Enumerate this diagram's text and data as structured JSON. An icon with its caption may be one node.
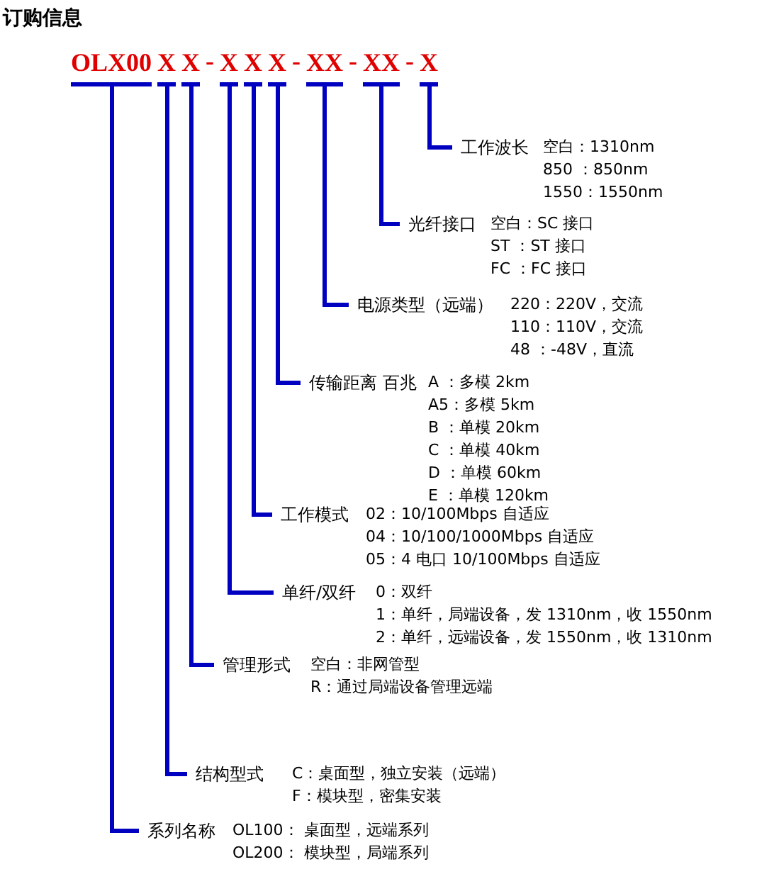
{
  "diagram": {
    "title": "订购信息",
    "nodes": [
      {
        "text": [
          "OLX00"
        ]
      },
      {
        "text": [
          "X"
        ]
      },
      {
        "text": [
          "X"
        ]
      },
      {
        "text": [
          "X"
        ]
      },
      {
        "text": [
          "X"
        ]
      },
      {
        "text": [
          "X"
        ]
      },
      {
        "text": [
          "XX"
        ]
      },
      {
        "text": [
          "XX"
        ]
      },
      {
        "text": [
          "X"
        ]
      },
      {
        "text": [
          "工作波长",
          "空白：1310nm",
          "850 ：850nm",
          "1550：1550nm"
        ]
      },
      {
        "text": [
          "光纤接口",
          "空白：SC 接口",
          "ST  ：ST 接口",
          "FC  ：FC 接口"
        ]
      },
      {
        "text": [
          "电源类型（远端）",
          "220：220V，交流",
          "110：110V，交流",
          "48 ：-48V，直流"
        ]
      },
      {
        "text": [
          "传输距离 百兆",
          "A ：多模 2km",
          "A5：多模 5km",
          "B ：单模 20km",
          "C ：单模 40km",
          "D ：单模 60km",
          "E ：单模 120km"
        ]
      },
      {
        "text": [
          "工作模式",
          "02：10/100Mbps 自适应",
          "04：10/100/1000Mbps 自适应",
          "05：4 电口 10/100Mbps 自适应"
        ]
      },
      {
        "text": [
          "单纤/双纤",
          "0：双纤",
          "1：单纤，局端设备，发 1310nm，收 1550nm",
          "2：单纤，远端设备，发 1550nm，收 1310nm"
        ]
      },
      {
        "text": [
          "管理形式",
          "空白：非网管型",
          "R：通过局端设备管理远端"
        ]
      },
      {
        "text": [
          "结构型式",
          "C：桌面型，独立安装（远端）",
          "F：模块型，密集安装"
        ]
      },
      {
        "text": [
          "系列名称",
          "OL100：  桌面型，远端系列",
          "OL200：  模块型，局端系列"
        ]
      }
    ],
    "edges": [
      {
        "from": 8,
        "to": 9,
        "arrow": "none"
      },
      {
        "from": 7,
        "to": 10,
        "arrow": "none"
      },
      {
        "from": 6,
        "to": 11,
        "arrow": "none"
      },
      {
        "from": 5,
        "to": 12,
        "arrow": "none"
      },
      {
        "from": 4,
        "to": 13,
        "arrow": "none"
      },
      {
        "from": 3,
        "to": 14,
        "arrow": "none"
      },
      {
        "from": 2,
        "to": 15,
        "arrow": "none"
      },
      {
        "from": 1,
        "to": 16,
        "arrow": "none"
      },
      {
        "from": 0,
        "to": 17,
        "arrow": "none"
      }
    ],
    "labels": [
      "-",
      "-",
      "-",
      "-"
    ]
  }
}
